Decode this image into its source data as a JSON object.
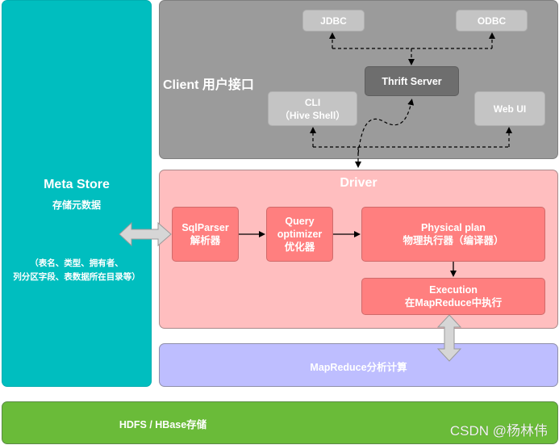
{
  "meta_store": {
    "title": "Meta Store",
    "subtitle": "存储元数据",
    "note_line1": "（表名、类型、拥有者、",
    "note_line2": "列分区字段、表数据所在目录等）",
    "color": "#00BEBF"
  },
  "client": {
    "title": "Client 用户接口",
    "color": "#9B9B9B",
    "nodes": {
      "jdbc": "JDBC",
      "odbc": "ODBC",
      "thrift_server": "Thrift Server",
      "cli_line1": "CLI",
      "cli_line2": "（Hive Shell）",
      "web_ui": "Web UI"
    }
  },
  "driver": {
    "title": "Driver",
    "color": "#FFBEBF",
    "nodes": {
      "sqlparser_line1": "SqlParser",
      "sqlparser_line2": "解析器",
      "query_line1": "Query",
      "query_line2": "optimizer",
      "query_line3": "优化器",
      "physical_line1": "Physical plan",
      "physical_line2": "物理执行器（编译器）",
      "execution_line1": "Execution",
      "execution_line2": "在MapReduce中执行"
    }
  },
  "mapreduce": {
    "label": "MapReduce分析计算",
    "color": "#BEBEFF"
  },
  "hdfs": {
    "label": "HDFS / HBase存储",
    "color": "#6ABB39"
  },
  "watermark": "CSDN @杨林伟"
}
